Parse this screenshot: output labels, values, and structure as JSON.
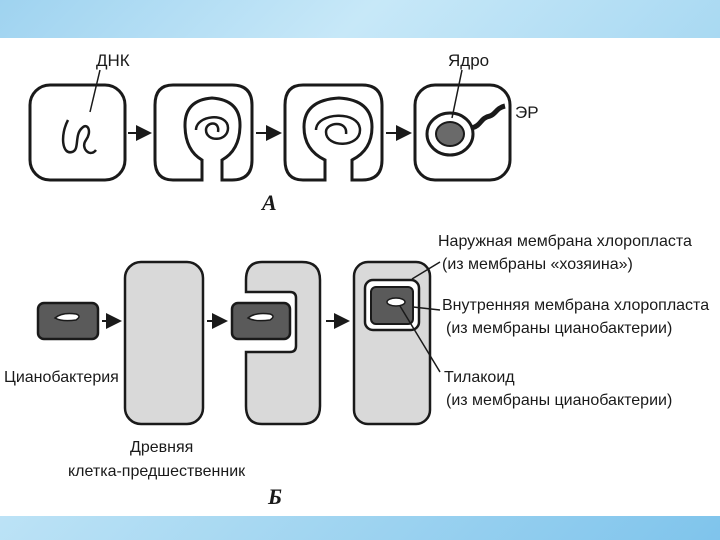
{
  "labels": {
    "dna": "ДНК",
    "nucleus": "Ядро",
    "er": "ЭР",
    "panel_a": "А",
    "panel_b": "Б",
    "cyanobacterium": "Цианобактерия",
    "ancient_cell_line1": "Древняя",
    "ancient_cell_line2": "клетка-предшественник",
    "outer_membrane_line1": "Наружная мембрана хлоропласта",
    "outer_membrane_line2": "(из мембраны «хозяина»)",
    "inner_membrane_line1": "Внутренняя мембрана хлоропласта",
    "inner_membrane_line2": "(из мембраны цианобактерии)",
    "thylakoid_line1": "Тилакоид",
    "thylakoid_line2": "(из мембраны цианобактерии)"
  },
  "colors": {
    "frame": "#9fd3f0",
    "stroke": "#1a1a1a",
    "cell_fill": "#d9d9d9",
    "bacterium_fill": "#5a5a5a",
    "nucleus_fill": "#6a6a6a"
  }
}
